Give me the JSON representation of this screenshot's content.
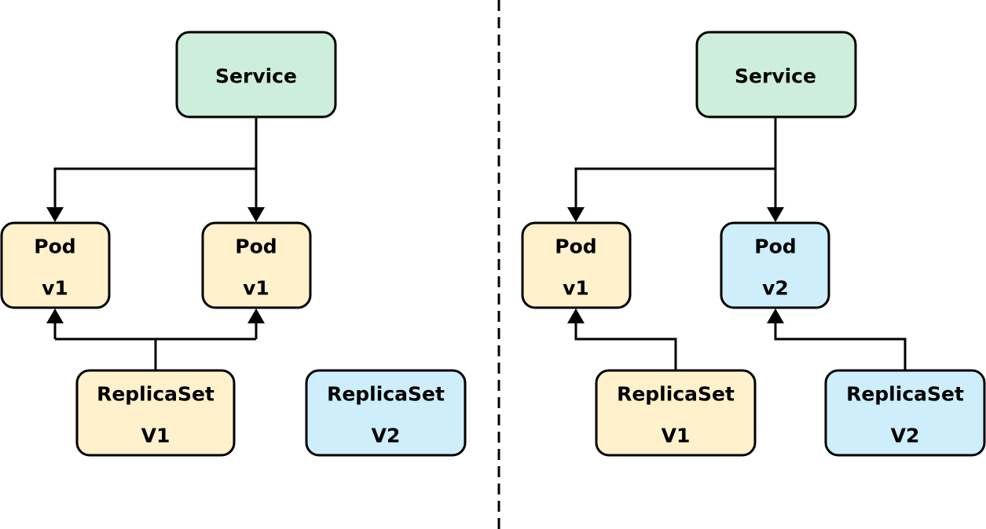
{
  "colors": {
    "service": "#cdeedb",
    "v1": "#fff1cc",
    "v2": "#cdeefa",
    "stroke": "#000000"
  },
  "left": {
    "service": {
      "label": "Service"
    },
    "pod_a": {
      "label": "Pod",
      "version": "v1"
    },
    "pod_b": {
      "label": "Pod",
      "version": "v1"
    },
    "replicaset_v1": {
      "label": "ReplicaSet",
      "version": "V1"
    },
    "replicaset_v2": {
      "label": "ReplicaSet",
      "version": "V2"
    }
  },
  "right": {
    "service": {
      "label": "Service"
    },
    "pod_a": {
      "label": "Pod",
      "version": "v1"
    },
    "pod_b": {
      "label": "Pod",
      "version": "v2"
    },
    "replicaset_v1": {
      "label": "ReplicaSet",
      "version": "V1"
    },
    "replicaset_v2": {
      "label": "ReplicaSet",
      "version": "V2"
    }
  }
}
